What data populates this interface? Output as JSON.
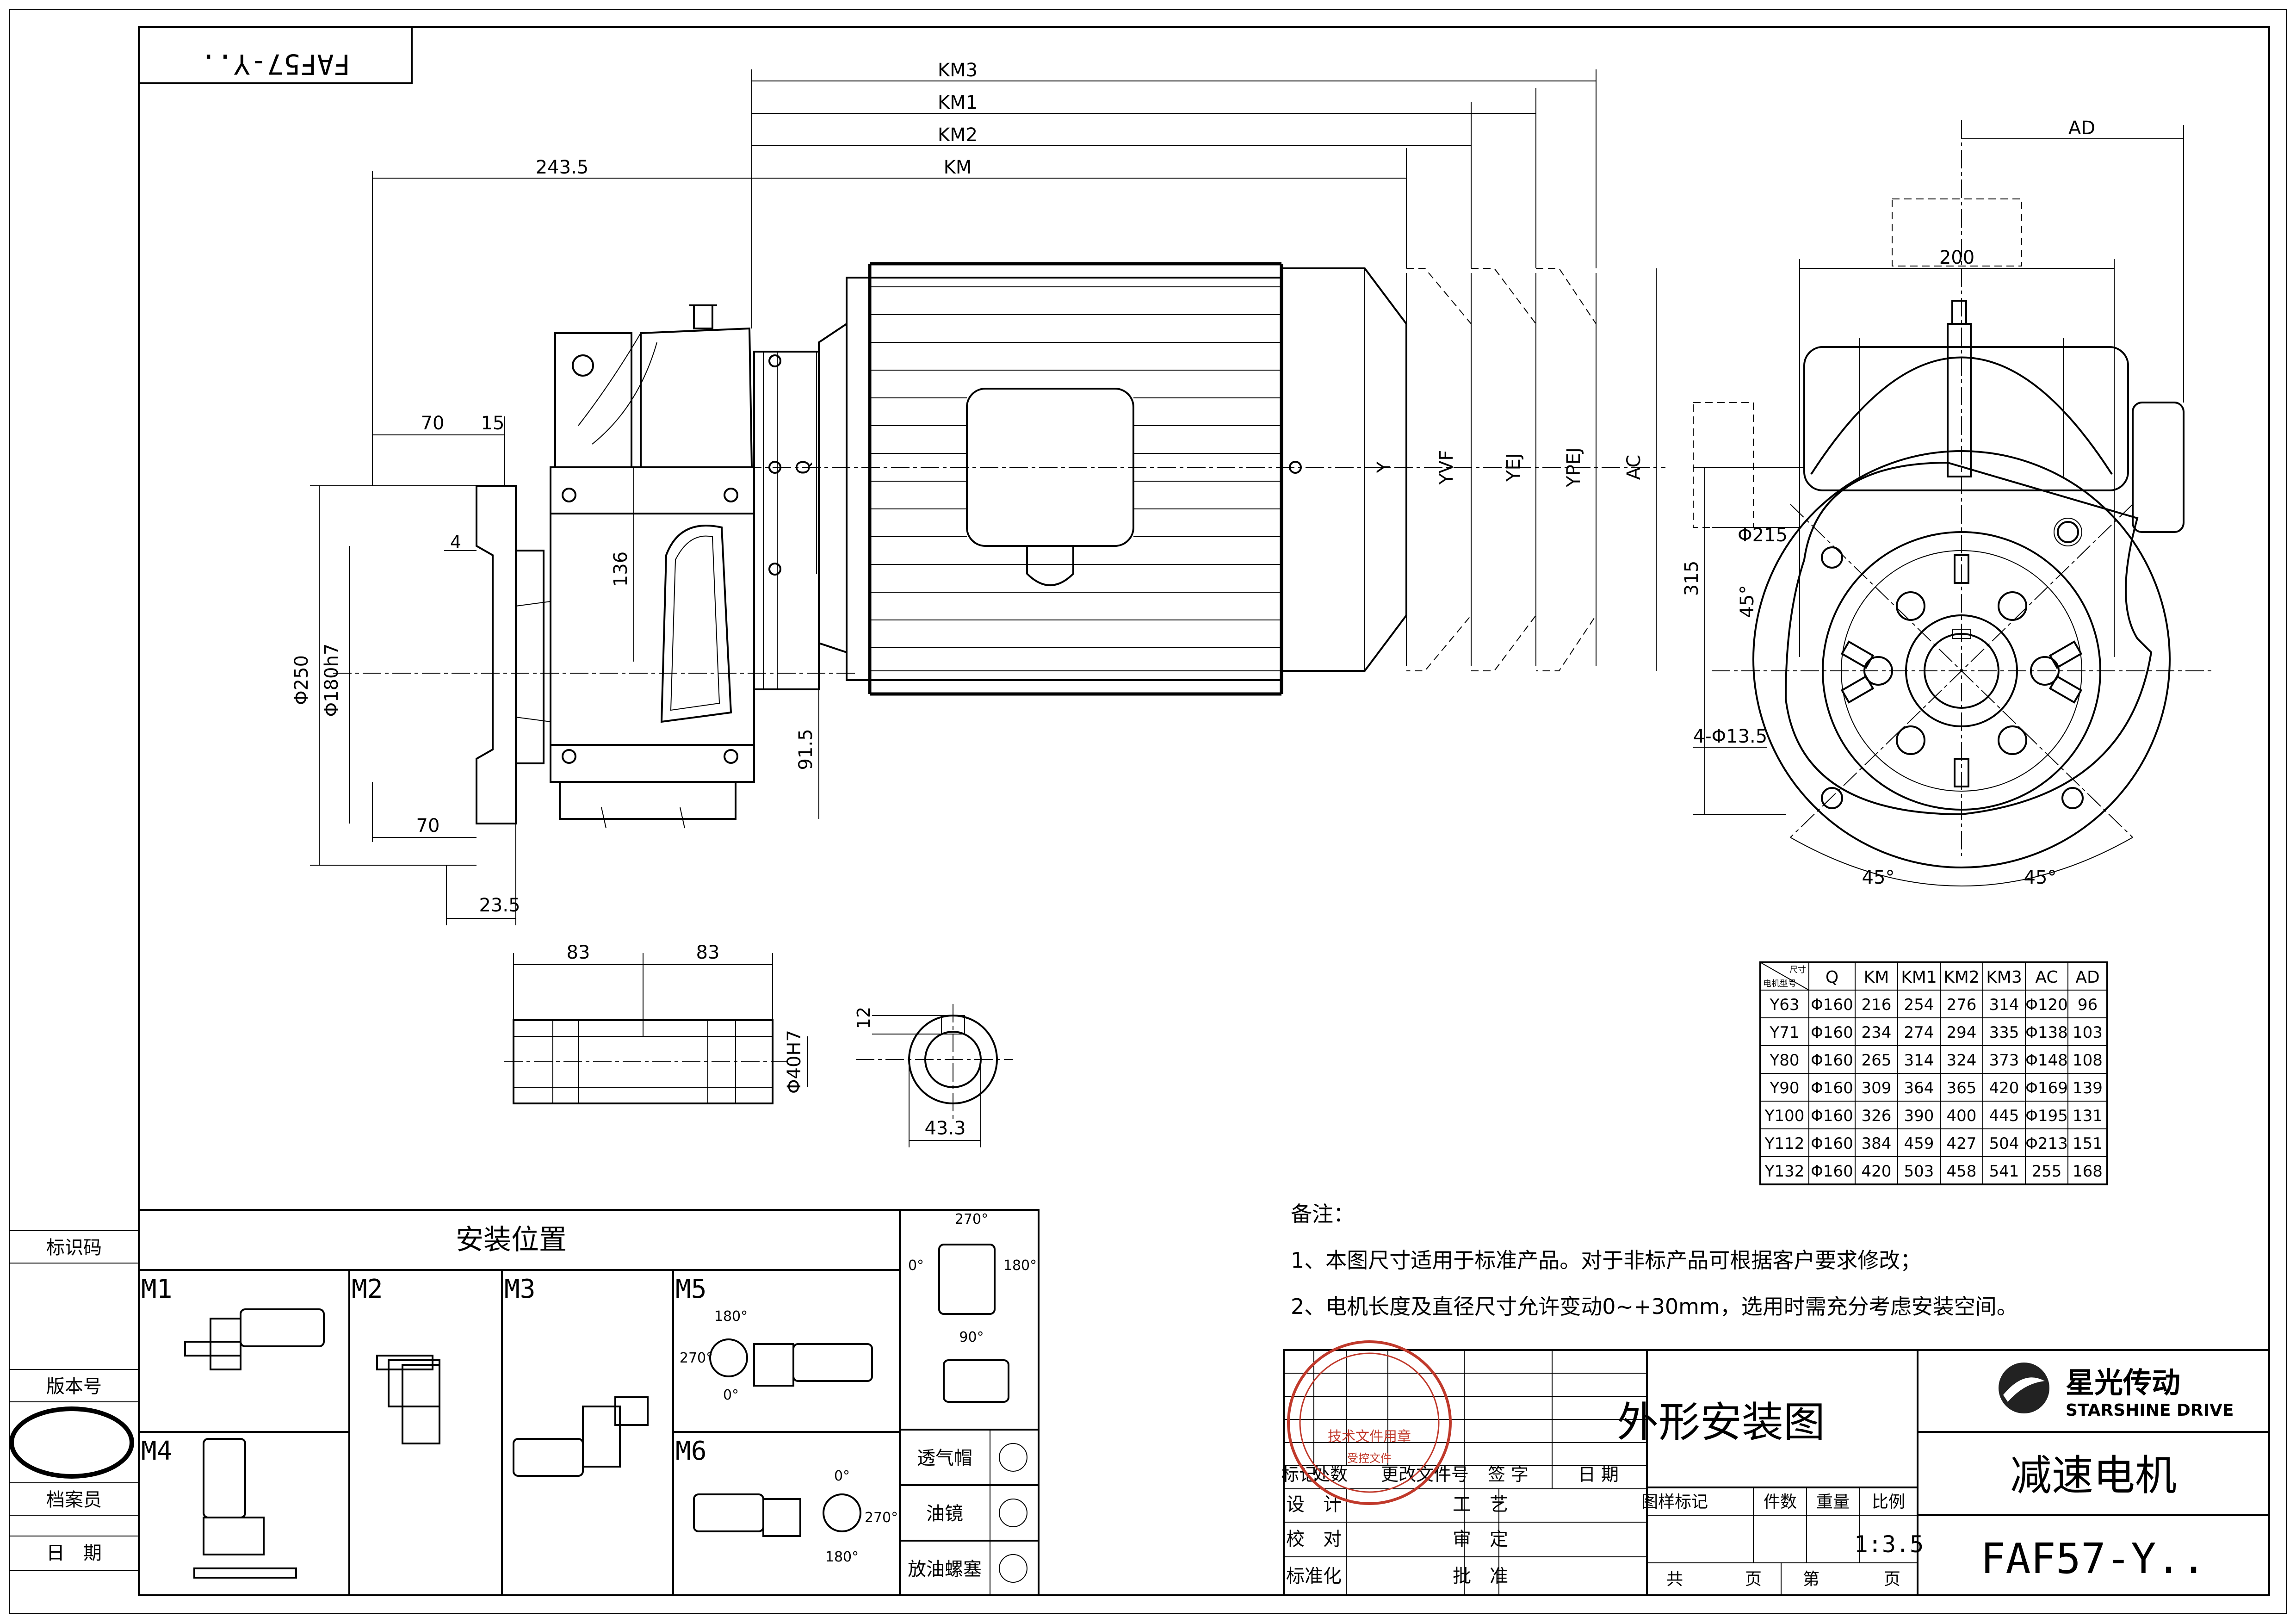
{
  "drawing": {
    "code_box": "FAF57-Y..",
    "dims_top": [
      "KM3",
      "KM1",
      "KM2",
      "KM",
      "243.5"
    ],
    "dims_side": [
      "70",
      "15",
      "4",
      "Φ250",
      "Φ180h7",
      "70",
      "23.5",
      "136",
      "91.5",
      "Q"
    ],
    "dims_motor": [
      "Y",
      "YVF",
      "YEJ",
      "YPEJ",
      "AC"
    ],
    "dims_shaft": [
      "83",
      "83",
      "Φ40H7",
      "12",
      "43.3"
    ],
    "dims_end": [
      "AD",
      "200",
      "Φ215",
      "45°",
      "315",
      "4-Φ13.5",
      "45°",
      "45°"
    ]
  },
  "table": {
    "headers": [
      "尺寸\n电机型号",
      "Q",
      "KM",
      "KM1",
      "KM2",
      "KM3",
      "AC",
      "AD"
    ],
    "rows": [
      [
        "Y63",
        "Φ160",
        "216",
        "254",
        "276",
        "314",
        "Φ120",
        "96"
      ],
      [
        "Y71",
        "Φ160",
        "234",
        "274",
        "294",
        "335",
        "Φ138",
        "103"
      ],
      [
        "Y80",
        "Φ160",
        "265",
        "314",
        "324",
        "373",
        "Φ148",
        "108"
      ],
      [
        "Y90",
        "Φ160",
        "309",
        "364",
        "365",
        "420",
        "Φ169",
        "139"
      ],
      [
        "Y100",
        "Φ160",
        "326",
        "390",
        "400",
        "445",
        "Φ195",
        "131"
      ],
      [
        "Y112",
        "Φ160",
        "384",
        "459",
        "427",
        "504",
        "Φ213",
        "151"
      ],
      [
        "Y132",
        "Φ160",
        "420",
        "503",
        "458",
        "541",
        "255",
        "168"
      ]
    ]
  },
  "notes": {
    "title": "备注：",
    "line1": "1、本图尺寸适用于标准产品。对于非标产品可根据客户要求修改；",
    "line2": "2、电机长度及直径尺寸允许变动0~+30mm，选用时需充分考虑安装空间。"
  },
  "install": {
    "title": "安装位置",
    "positions": [
      "M1",
      "M2",
      "M3",
      "M4",
      "M5",
      "M6"
    ],
    "angles": [
      "270°",
      "0°",
      "180°",
      "90°",
      "180°",
      "270°",
      "0°",
      "0°",
      "270°",
      "180°"
    ],
    "legend": [
      "透气帽",
      "油镜",
      "放油螺塞"
    ]
  },
  "left_column": [
    "标识码",
    "版本号",
    "档案员",
    "日　期"
  ],
  "title_block": {
    "drawing_name": "外形安装图",
    "product": "减速电机",
    "model": "FAF57-Y..",
    "brand_cn": "星光传动",
    "brand_en": "STARSHINE DRIVE",
    "scale": "1:3.5",
    "row_labels": [
      "标记",
      "处数",
      "更改文件号",
      "签 字",
      "日 期"
    ],
    "sign_rows": [
      [
        "设　计",
        "工　艺"
      ],
      [
        "校　对",
        "审　定"
      ],
      [
        "标准化",
        "批　准"
      ]
    ],
    "meta_labels": [
      "图样标记",
      "件数",
      "重量",
      "比例"
    ],
    "page_labels": [
      "共",
      "页",
      "第",
      "页"
    ],
    "stamp": "技术文件用章",
    "stamp_sub": "受控文件"
  }
}
